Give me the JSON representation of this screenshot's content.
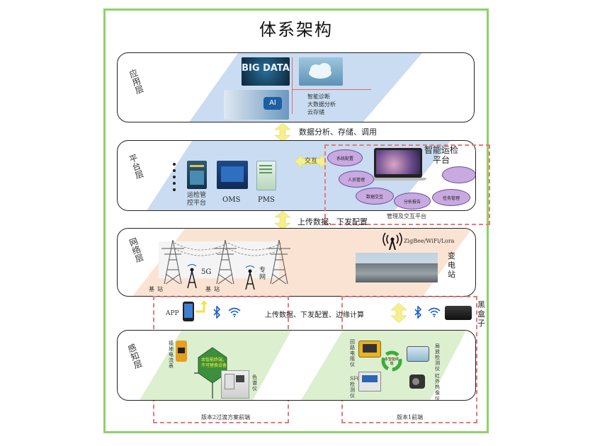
{
  "title": "体系架构",
  "layers": {
    "application": {
      "label": "应用层",
      "big_data_text": "BIG DATA",
      "ai_text": "AI",
      "functions": [
        "智能诊断",
        "大数据分析",
        "云存储"
      ]
    },
    "platform": {
      "label": "平台层",
      "items": [
        "运检管控平台",
        "OMS",
        "PMS"
      ],
      "interact_label": "交互",
      "smart_platform_title": "智能运检平台",
      "management_caption": "管理及交互平台",
      "ellipses": [
        "系统配置",
        "人员管理",
        "数据交互",
        "分析报告",
        "任务管理"
      ]
    },
    "network": {
      "label": "网络层",
      "base_station_1": "基站",
      "base_station_2": "基站",
      "fiveg": "5G",
      "private_net": "专网",
      "protocols": "ZigBee/WiFi/Lora",
      "substation": "变电站"
    },
    "perception": {
      "label": "感知层",
      "left_caption": "版本2过渡方案前端",
      "right_caption": "版本1前端",
      "clamp_meter": "接地电流表",
      "center_node": "本智能终端，不可替换设备",
      "chromatograph": "色谱仪",
      "left_devices": [
        "回路电阻仪",
        "SF6检测仪"
      ],
      "right_devices": [
        "局放检测仪",
        "红外热像仪"
      ],
      "hub_label": "本智能终端"
    }
  },
  "connectors": {
    "data_flow": "数据分析、存储、调用",
    "upload_1": "上传数据、下发配置",
    "upload_2": "上传数据、下发配置、边缘计算",
    "app": "APP",
    "black_box": "黑盒子"
  },
  "colors": {
    "frame": "#8fd16a",
    "blue_band": "#c9dcf1",
    "peach_band": "#fbe3d3",
    "green_band": "#dcefcf",
    "dash_red": "#e8787a",
    "ellipse": "#c8a9e0",
    "arrow": "#f5f08a"
  }
}
